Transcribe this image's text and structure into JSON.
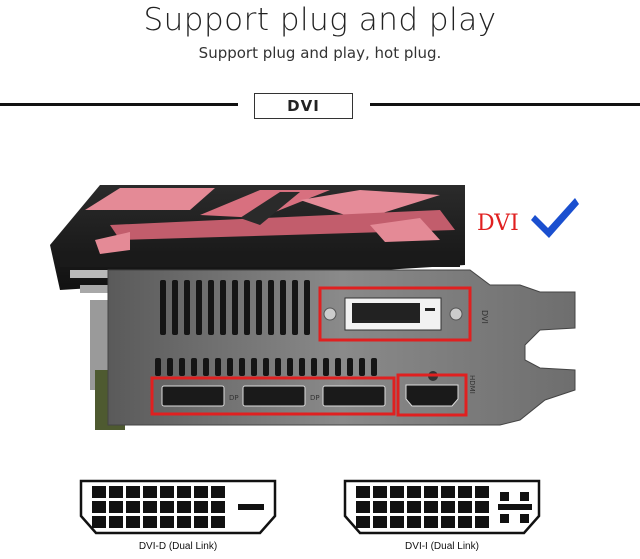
{
  "header": {
    "title": "Support plug and play",
    "subtitle": "Support plug and play, hot plug."
  },
  "section": {
    "label": "DVI"
  },
  "photo": {
    "callout": "DVI",
    "silk_dp": "DP",
    "silk_hdmi": "HDMI",
    "silk_dvi": "DVI"
  },
  "connectors": [
    {
      "caption": "DVI-D (Dual Link)"
    },
    {
      "caption": "DVI-I (Dual Link)"
    }
  ],
  "colors": {
    "highlight": "#e02020",
    "check": "#1a4fcf",
    "rule": "#111111"
  },
  "icons": [
    "check-icon",
    "dvi-d-connector-icon",
    "dvi-i-connector-icon"
  ]
}
